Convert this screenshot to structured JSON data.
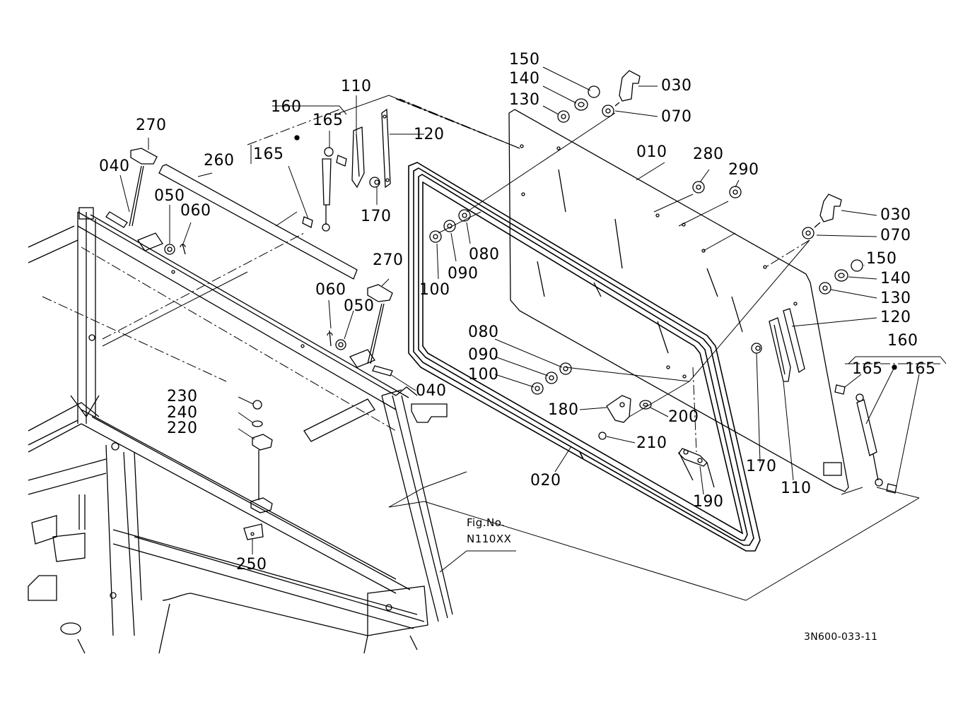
{
  "figure": {
    "fig_label": "Fig.No.",
    "fig_ref": "N110XX",
    "drawing_code": "3N600-033-11"
  },
  "callouts": {
    "c150a": "150",
    "c140a": "140",
    "c130a": "130",
    "c030a": "030",
    "c070a": "070",
    "c110a": "110",
    "c120a": "120",
    "c160a": "160",
    "c165a": "165",
    "c165b": "165",
    "c170a": "170",
    "c270a": "270",
    "c040a": "040",
    "c260": "260",
    "c050a": "050",
    "c060a": "060",
    "c010": "010",
    "c280": "280",
    "c290": "290",
    "c080a": "080",
    "c090a": "090",
    "c100a": "100",
    "c030b": "030",
    "c070b": "070",
    "c150b": "150",
    "c140b": "140",
    "c130b": "130",
    "c120b": "120",
    "c160b": "160",
    "c165c": "165",
    "c165d": "165",
    "c270b": "270",
    "c060b": "060",
    "c050b": "050",
    "c040b": "040",
    "c080b": "080",
    "c090b": "090",
    "c100b": "100",
    "c230": "230",
    "c240": "240",
    "c220": "220",
    "c180": "180",
    "c200": "200",
    "c210": "210",
    "c020": "020",
    "c170b": "170",
    "c110b": "110",
    "c190": "190",
    "c250": "250"
  }
}
